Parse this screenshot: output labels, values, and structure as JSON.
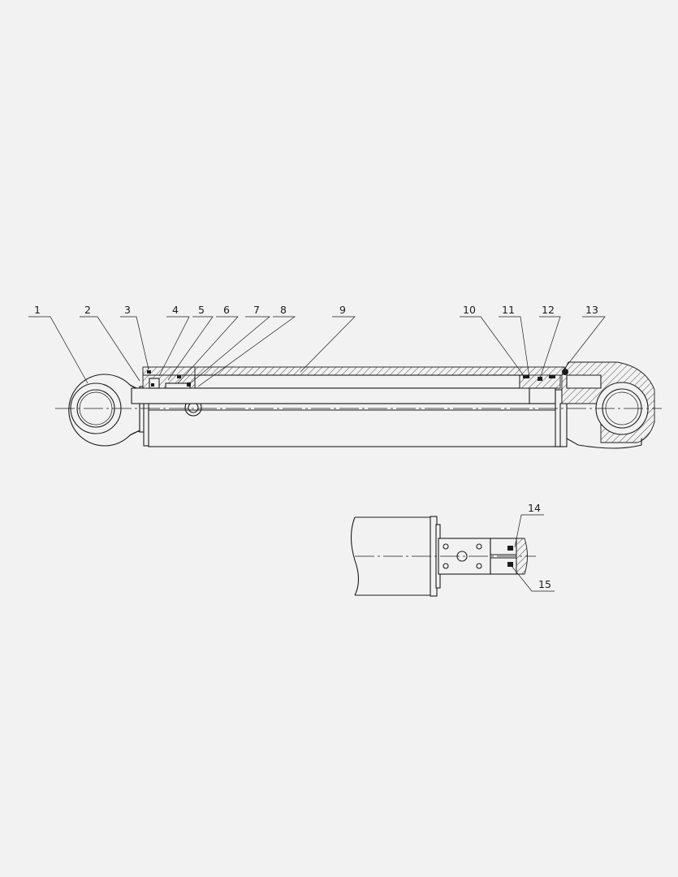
{
  "callouts": [
    "1",
    "2",
    "3",
    "4",
    "5",
    "6",
    "7",
    "8",
    "9",
    "10",
    "11",
    "12",
    "13",
    "14",
    "15"
  ],
  "colors": {
    "background": "#f2f2f2",
    "line": "#1c1c1c"
  }
}
